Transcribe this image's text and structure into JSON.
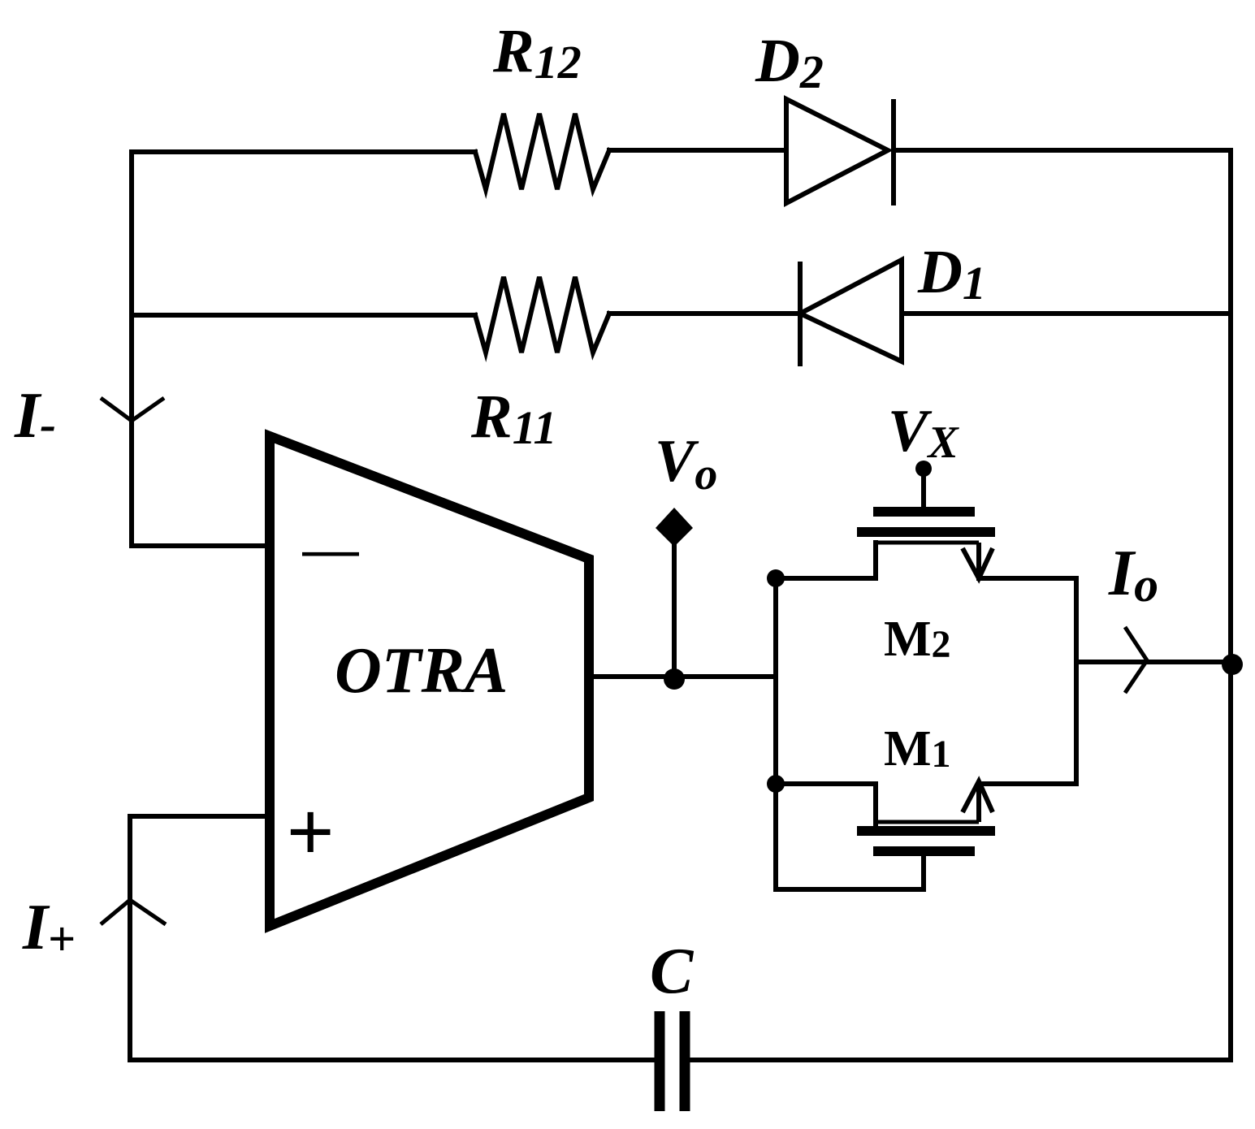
{
  "labels": {
    "r12": {
      "main": "R",
      "sub": "12"
    },
    "r11": {
      "main": "R",
      "sub": "11"
    },
    "d2": {
      "main": "D",
      "sub": "2"
    },
    "d1": {
      "main": "D",
      "sub": "1"
    },
    "i_minus": {
      "main": "I",
      "sub": "-"
    },
    "i_plus": {
      "main": "I",
      "sub": "+"
    },
    "i_o": {
      "main": "I",
      "sub": "o"
    },
    "v_o": {
      "main": "V",
      "sub": "o"
    },
    "v_x": {
      "main": "V",
      "sub": "X"
    },
    "otra": "OTRA",
    "minus_sign": "—",
    "plus_sign": "+",
    "m2": {
      "main": "M",
      "sub": "2"
    },
    "m1": {
      "main": "M",
      "sub": "1"
    },
    "c": "C"
  },
  "colors": {
    "ink": "#000000",
    "background": "#ffffff"
  }
}
